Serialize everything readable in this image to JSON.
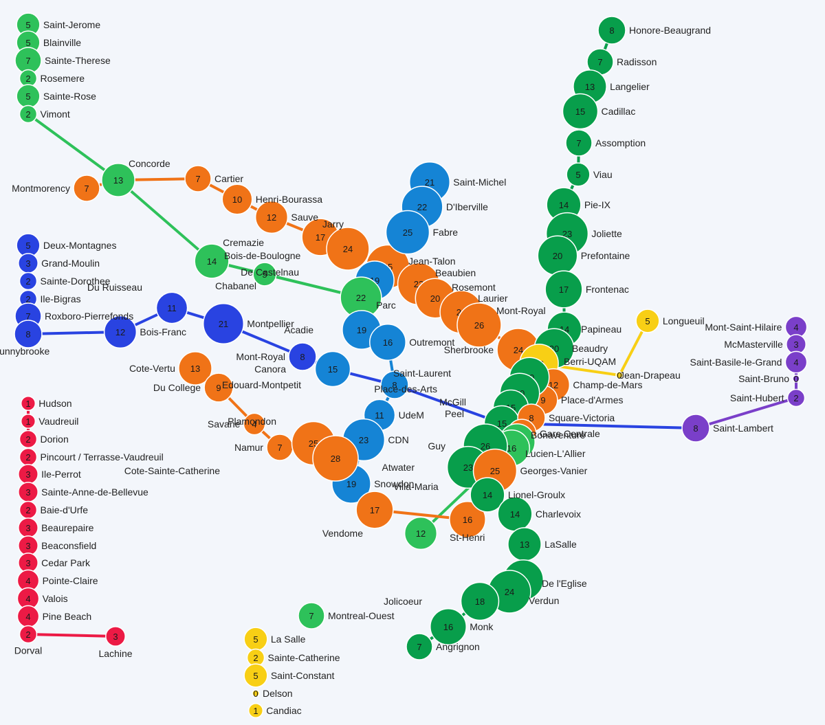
{
  "colors": {
    "green": "#2ec15a",
    "darkgreen": "#089e4b",
    "orange": "#f07317",
    "blue": "#1584d5",
    "navy": "#2943e1",
    "red": "#ec1a45",
    "yellow": "#f8cf15",
    "purple": "#7a3fc9"
  },
  "stations": [
    {
      "name": "Saint-Jerome",
      "value": 5,
      "line": "green"
    },
    {
      "name": "Blainville",
      "value": 5,
      "line": "green"
    },
    {
      "name": "Sainte-Therese",
      "value": 7,
      "line": "green"
    },
    {
      "name": "Rosemere",
      "value": 2,
      "line": "green"
    },
    {
      "name": "Sainte-Rose",
      "value": 5,
      "line": "green"
    },
    {
      "name": "Vimont",
      "value": 2,
      "line": "green"
    },
    {
      "name": "Concorde",
      "value": 13,
      "line": "green"
    },
    {
      "name": "Montmorency",
      "value": 7,
      "line": "orange"
    },
    {
      "name": "Cartier",
      "value": 7,
      "line": "orange"
    },
    {
      "name": "Henri-Bourassa",
      "value": 10,
      "line": "orange"
    },
    {
      "name": "Sauve",
      "value": 12,
      "line": "orange"
    },
    {
      "name": "Cremazie",
      "value": 17,
      "line": "orange"
    },
    {
      "name": "Jarry",
      "value": 24,
      "line": "orange"
    },
    {
      "name": "Jean-Talon",
      "value": 25,
      "line": "orange"
    },
    {
      "name": "Beaubien",
      "value": 23,
      "line": "orange"
    },
    {
      "name": "Rosemont",
      "value": 20,
      "line": "orange"
    },
    {
      "name": "Laurier",
      "value": 24,
      "line": "orange"
    },
    {
      "name": "Mont-Royal",
      "value": 26,
      "line": "orange"
    },
    {
      "name": "Sherbrooke",
      "value": 24,
      "line": "orange"
    },
    {
      "name": "Saint-Michel",
      "value": 21,
      "line": "blue"
    },
    {
      "name": "D'Iberville",
      "value": 22,
      "line": "blue"
    },
    {
      "name": "Fabre",
      "value": 25,
      "line": "blue"
    },
    {
      "name": "De Castelnau",
      "value": 19,
      "line": "blue"
    },
    {
      "name": "Parc",
      "value": 22,
      "line": "green"
    },
    {
      "name": "Bois-de-Boulogne",
      "value": 14,
      "line": "green"
    },
    {
      "name": "Chabanel",
      "value": 5,
      "line": "green"
    },
    {
      "name": "Deux-Montagnes",
      "value": 5,
      "line": "navy"
    },
    {
      "name": "Grand-Moulin",
      "value": 3,
      "line": "navy"
    },
    {
      "name": "Sainte-Dorothee",
      "value": 2,
      "line": "navy"
    },
    {
      "name": "Ile-Bigras",
      "value": 2,
      "line": "navy"
    },
    {
      "name": "Roxboro-Pierrefonds",
      "value": 7,
      "line": "navy"
    },
    {
      "name": "Sunnybrooke",
      "value": 8,
      "line": "navy"
    },
    {
      "name": "Bois-Franc",
      "value": 12,
      "line": "navy"
    },
    {
      "name": "Du Ruisseau",
      "value": 11,
      "line": "navy"
    },
    {
      "name": "Montpellier",
      "value": 21,
      "line": "navy"
    },
    {
      "name": "Mont-Royal",
      "value": 8,
      "line": "navy"
    },
    {
      "name": "Canora",
      "value": 15,
      "line": "blue"
    },
    {
      "name": "Acadie",
      "value": 19,
      "line": "blue"
    },
    {
      "name": "Outremont",
      "value": 16,
      "line": "blue"
    },
    {
      "name": "Edouard-Montpetit",
      "value": 8,
      "line": "blue"
    },
    {
      "name": "UdeM",
      "value": 11,
      "line": "blue"
    },
    {
      "name": "CDN",
      "value": 23,
      "line": "blue"
    },
    {
      "name": "Snowdon",
      "value": 19,
      "line": "blue"
    },
    {
      "name": "Cote-Vertu",
      "value": 13,
      "line": "orange"
    },
    {
      "name": "Du College",
      "value": 9,
      "line": "orange"
    },
    {
      "name": "Savane",
      "value": 4,
      "line": "orange"
    },
    {
      "name": "Namur",
      "value": 7,
      "line": "orange"
    },
    {
      "name": "Plamondon",
      "value": 25,
      "line": "orange"
    },
    {
      "name": "Cote-Sainte-Catherine",
      "value": 28,
      "line": "orange"
    },
    {
      "name": "Villa-Maria",
      "value": 17,
      "line": "orange"
    },
    {
      "name": "Vendome",
      "value": 12,
      "line": "green"
    },
    {
      "name": "St-Henri",
      "value": 16,
      "line": "orange"
    },
    {
      "name": "Honore-Beaugrand",
      "value": 8,
      "line": "darkgreen"
    },
    {
      "name": "Radisson",
      "value": 7,
      "line": "darkgreen"
    },
    {
      "name": "Langelier",
      "value": 13,
      "line": "darkgreen"
    },
    {
      "name": "Cadillac",
      "value": 15,
      "line": "darkgreen"
    },
    {
      "name": "Assomption",
      "value": 7,
      "line": "darkgreen"
    },
    {
      "name": "Viau",
      "value": 5,
      "line": "darkgreen"
    },
    {
      "name": "Pie-IX",
      "value": 14,
      "line": "darkgreen"
    },
    {
      "name": "Joliette",
      "value": 23,
      "line": "darkgreen"
    },
    {
      "name": "Prefontaine",
      "value": 20,
      "line": "darkgreen"
    },
    {
      "name": "Frontenac",
      "value": 17,
      "line": "darkgreen"
    },
    {
      "name": "Papineau",
      "value": 14,
      "line": "darkgreen"
    },
    {
      "name": "Beaudry",
      "value": 20,
      "line": "darkgreen"
    },
    {
      "name": "Berri-UQAM",
      "value": 19,
      "line": "yellow"
    },
    {
      "name": "Longueuil",
      "value": 5,
      "line": "yellow"
    },
    {
      "name": "Jean-Drapeau",
      "value": 0,
      "line": "yellow"
    },
    {
      "name": "Champ-de-Mars",
      "value": 12,
      "line": "orange"
    },
    {
      "name": "Place-d'Armes",
      "value": 9,
      "line": "orange"
    },
    {
      "name": "Saint-Laurent",
      "value": 20,
      "line": "darkgreen"
    },
    {
      "name": "Place-des-Arts",
      "value": 20,
      "line": "darkgreen"
    },
    {
      "name": "McGill",
      "value": 15,
      "line": "darkgreen"
    },
    {
      "name": "Peel",
      "value": 15,
      "line": "darkgreen"
    },
    {
      "name": "Square-Victoria",
      "value": 8,
      "line": "orange"
    },
    {
      "name": "Gare Centrale",
      "value": 9,
      "line": "orange"
    },
    {
      "name": "Bonaventure",
      "value": 16,
      "line": "green"
    },
    {
      "name": "Lucien-L'Allier",
      "value": 16,
      "line": "green"
    },
    {
      "name": "Guy",
      "value": 26,
      "line": "darkgreen"
    },
    {
      "name": "Atwater",
      "value": 23,
      "line": "darkgreen"
    },
    {
      "name": "Georges-Vanier",
      "value": 25,
      "line": "orange"
    },
    {
      "name": "Lionel-Groulx",
      "value": 14,
      "line": "darkgreen"
    },
    {
      "name": "Charlevoix",
      "value": 14,
      "line": "darkgreen"
    },
    {
      "name": "LaSalle",
      "value": 13,
      "line": "darkgreen"
    },
    {
      "name": "De l'Eglise",
      "value": 21,
      "line": "darkgreen"
    },
    {
      "name": "Verdun",
      "value": 24,
      "line": "darkgreen"
    },
    {
      "name": "Jolicoeur",
      "value": 18,
      "line": "darkgreen"
    },
    {
      "name": "Monk",
      "value": 16,
      "line": "darkgreen"
    },
    {
      "name": "Angrignon",
      "value": 7,
      "line": "darkgreen"
    },
    {
      "name": "Mont-Saint-Hilaire",
      "value": 4,
      "line": "purple"
    },
    {
      "name": "McMasterville",
      "value": 3,
      "line": "purple"
    },
    {
      "name": "Saint-Basile-le-Grand",
      "value": 4,
      "line": "purple"
    },
    {
      "name": "Saint-Bruno",
      "value": 0,
      "line": "purple"
    },
    {
      "name": "Saint-Hubert",
      "value": 2,
      "line": "purple"
    },
    {
      "name": "Saint-Lambert",
      "value": 8,
      "line": "purple"
    },
    {
      "name": "Hudson",
      "value": 1,
      "line": "red"
    },
    {
      "name": "Vaudreuil",
      "value": 1,
      "line": "red"
    },
    {
      "name": "Dorion",
      "value": 2,
      "line": "red"
    },
    {
      "name": "Pincourt / Terrasse-Vaudreuil",
      "value": 2,
      "line": "red"
    },
    {
      "name": "Ile-Perrot",
      "value": 3,
      "line": "red"
    },
    {
      "name": "Sainte-Anne-de-Bellevue",
      "value": 3,
      "line": "red"
    },
    {
      "name": "Baie-d'Urfe",
      "value": 2,
      "line": "red"
    },
    {
      "name": "Beaurepaire",
      "value": 3,
      "line": "red"
    },
    {
      "name": "Beaconsfield",
      "value": 3,
      "line": "red"
    },
    {
      "name": "Cedar Park",
      "value": 3,
      "line": "red"
    },
    {
      "name": "Pointe-Claire",
      "value": 4,
      "line": "red"
    },
    {
      "name": "Valois",
      "value": 4,
      "line": "red"
    },
    {
      "name": "Pine Beach",
      "value": 4,
      "line": "red"
    },
    {
      "name": "Dorval",
      "value": 2,
      "line": "red"
    },
    {
      "name": "Lachine",
      "value": 3,
      "line": "red"
    },
    {
      "name": "Montreal-Ouest",
      "value": 7,
      "line": "green"
    },
    {
      "name": "La Salle",
      "value": 5,
      "line": "yellow"
    },
    {
      "name": "Sainte-Catherine",
      "value": 2,
      "line": "yellow"
    },
    {
      "name": "Saint-Constant",
      "value": 5,
      "line": "yellow"
    },
    {
      "name": "Delson",
      "value": 0,
      "line": "yellow"
    },
    {
      "name": "Candiac",
      "value": 1,
      "line": "yellow"
    }
  ],
  "lines": [
    {
      "color": "green",
      "stops": [
        0,
        1,
        2,
        3,
        4,
        5,
        6,
        24,
        23
      ]
    },
    {
      "color": "green",
      "stops": [
        24,
        25,
        23
      ]
    },
    {
      "color": "green",
      "stops": [
        23,
        37,
        116,
        50,
        75,
        76
      ]
    },
    {
      "color": "orange",
      "stops": [
        7,
        6,
        8,
        9,
        10,
        11,
        12,
        13,
        14,
        15,
        16,
        17,
        18,
        64,
        67,
        68,
        73,
        74,
        79,
        51,
        49,
        48,
        47,
        46,
        45,
        44,
        43
      ]
    },
    {
      "color": "blue",
      "stops": [
        19,
        20,
        21,
        13,
        22,
        23,
        37,
        38,
        39,
        40,
        41,
        42,
        48
      ]
    },
    {
      "color": "navy",
      "stops": [
        26,
        27,
        28,
        29,
        30,
        31,
        32,
        33,
        34,
        35,
        36,
        39,
        72,
        93
      ]
    },
    {
      "color": "darkgreen",
      "stops": [
        52,
        53,
        54,
        55,
        56,
        57,
        58,
        59,
        60,
        61,
        62,
        63,
        69,
        70,
        71,
        72,
        77,
        78,
        80,
        81,
        82,
        83,
        84,
        85,
        86,
        87
      ]
    },
    {
      "color": "yellow",
      "stops": [
        63,
        64,
        66,
        65
      ]
    },
    {
      "color": "yellow",
      "stops": [
        116,
        117,
        118,
        119,
        120,
        121
      ]
    },
    {
      "color": "purple",
      "stops": [
        88,
        89,
        90,
        91,
        92,
        93
      ]
    },
    {
      "color": "red",
      "stops": [
        94,
        95,
        96,
        97,
        98,
        99,
        100,
        101,
        102,
        103,
        104,
        105,
        106,
        107,
        108,
        116,
        79
      ]
    }
  ]
}
